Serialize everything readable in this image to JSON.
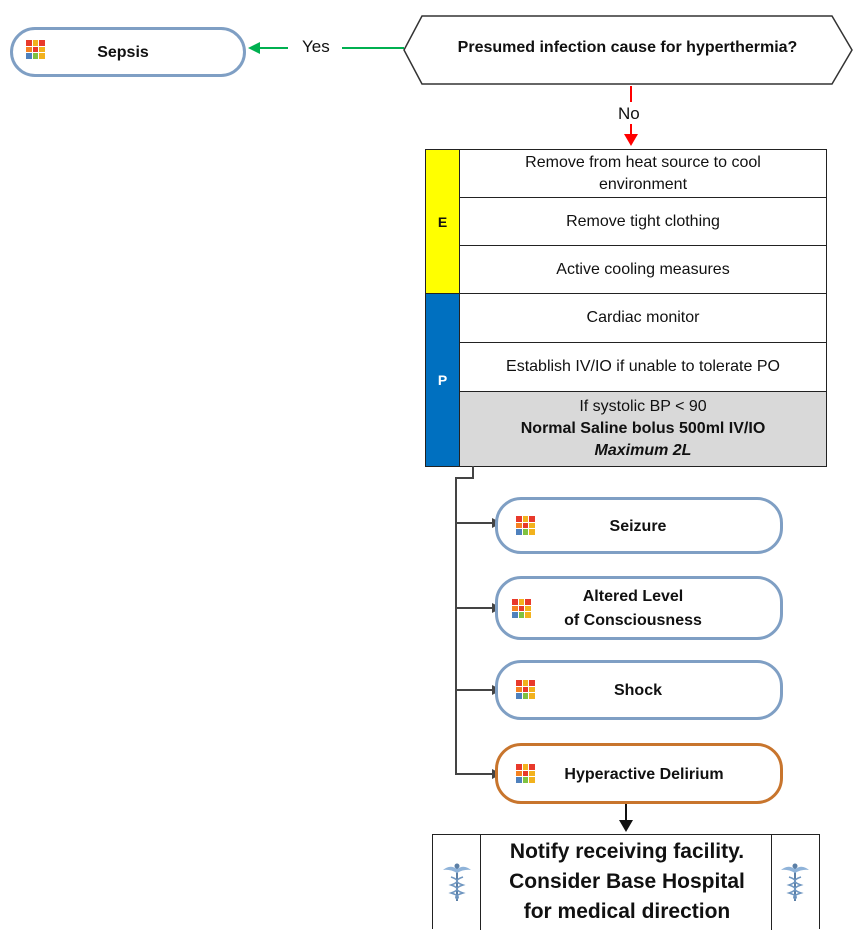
{
  "question": "Presumed infection cause for hyperthermia?",
  "yes_label": "Yes",
  "no_label": "No",
  "sepsis": "Sepsis",
  "emt": {
    "letter": "E",
    "color": "#ffff00",
    "items": [
      "Remove from heat source to cool environment",
      "Remove tight clothing",
      "Active cooling measures"
    ]
  },
  "paramedic": {
    "letter": "P",
    "color": "#0070c0",
    "items": [
      "Cardiac monitor",
      "Establish IV/IO if unable to tolerate PO"
    ],
    "bolus_condition": "If systolic BP < 90",
    "bolus_action": "Normal Saline bolus 500ml IV/IO",
    "bolus_max": "Maximum 2L"
  },
  "protocols": {
    "seizure": "Seizure",
    "alc_line1": "Altered Level",
    "alc_line2": "of Consciousness",
    "shock": "Shock",
    "delirium": "Hyperactive Delirium"
  },
  "notify": {
    "line1": "Notify receiving facility.",
    "line2": "Consider Base Hospital",
    "line3": "for medical direction"
  },
  "colors": {
    "yes_arrow": "#00b050",
    "no_arrow": "#ff0000",
    "node_border": "#7f9fc4",
    "delirium_border": "#c8752d"
  }
}
